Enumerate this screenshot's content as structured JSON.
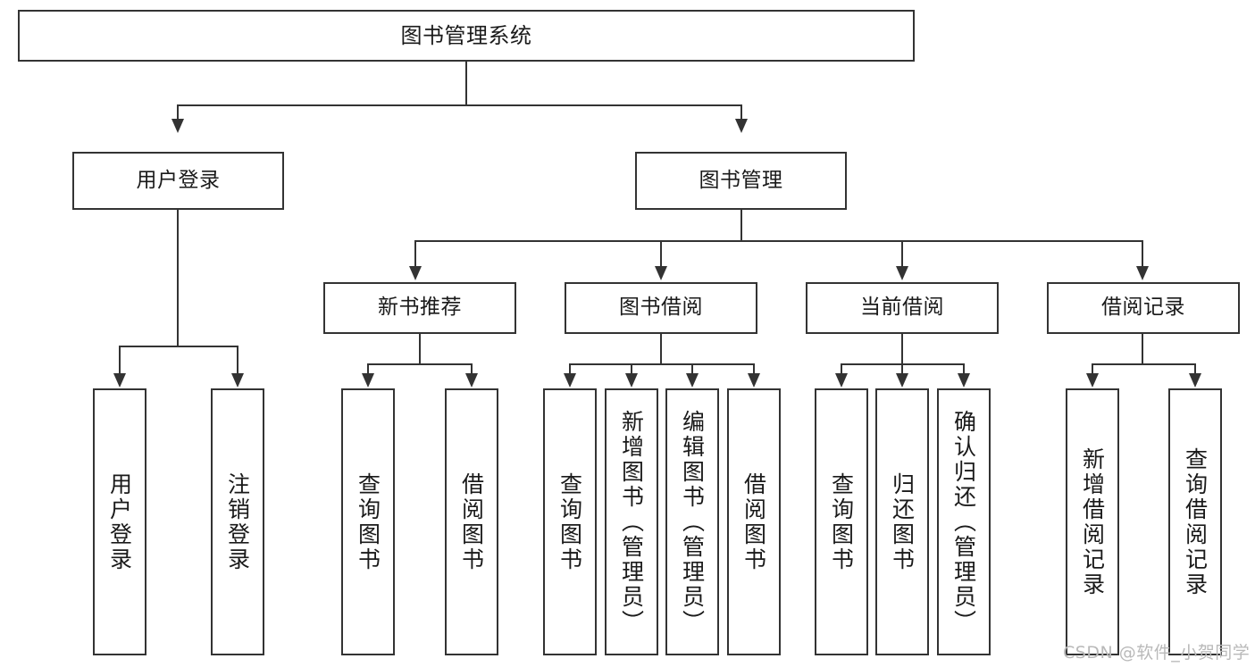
{
  "diagram": {
    "title": "图书管理系统",
    "type": "hierarchy-tree",
    "colors": {
      "stroke": "#333333",
      "fill": "#ffffff",
      "text": "#1a1a1a",
      "watermark": "#b9b9b9"
    },
    "root": {
      "label": "图书管理系统"
    },
    "level2": [
      {
        "label": "用户登录"
      },
      {
        "label": "图书管理"
      }
    ],
    "level3": [
      {
        "label": "新书推荐"
      },
      {
        "label": "图书借阅"
      },
      {
        "label": "当前借阅"
      },
      {
        "label": "借阅记录"
      }
    ],
    "leaves": {
      "user_login": [
        {
          "label": "用户登录"
        },
        {
          "label": "注销登录"
        }
      ],
      "new_book_recommend": [
        {
          "label": "查询图书"
        },
        {
          "label": "借阅图书"
        }
      ],
      "book_borrow": [
        {
          "label": "查询图书"
        },
        {
          "label": "新增图书（管理员）"
        },
        {
          "label": "编辑图书（管理员）"
        },
        {
          "label": "借阅图书"
        }
      ],
      "current_borrow": [
        {
          "label": "查询图书"
        },
        {
          "label": "归还图书"
        },
        {
          "label": "确认归还（管理员）"
        }
      ],
      "borrow_record": [
        {
          "label": "新增借阅记录"
        },
        {
          "label": "查询借阅记录"
        }
      ]
    },
    "watermark": "CSDN @软件_小贺同学"
  }
}
